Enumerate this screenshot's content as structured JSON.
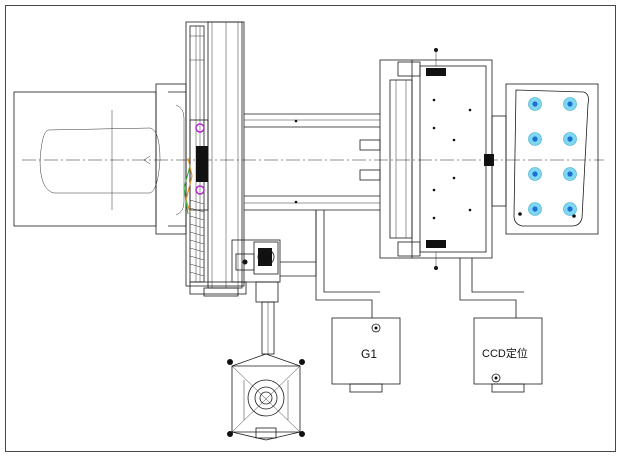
{
  "labels": {
    "station_1": "G1",
    "station_2": "CCD定位"
  },
  "colors": {
    "line": "#1a1a1a",
    "suction_cup_ring": "#7fd8f0",
    "suction_cup_core": "#1d6fd6",
    "gripper_marker": "#b02cc8",
    "wire_orange": "#e0902a",
    "wire_green": "#3fae3f"
  },
  "suction_cups": {
    "rows": 4,
    "columns": 2
  }
}
